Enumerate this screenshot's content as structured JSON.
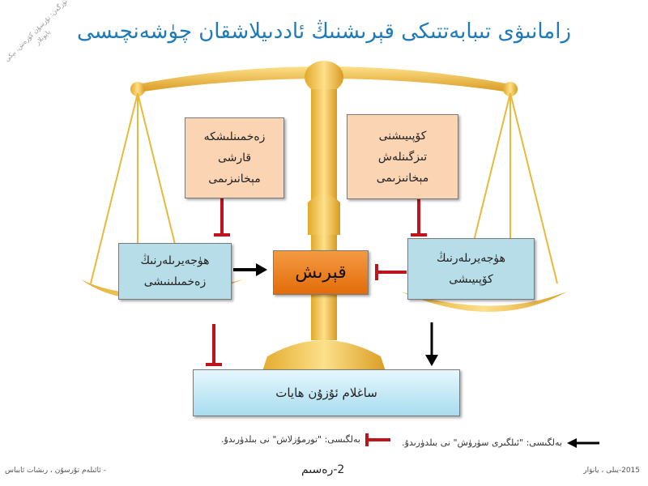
{
  "title": "زامانىۋى تىبابەتتىكى قېرىشنىڭ ئاددىيلاشقان چۈشەنچىسى",
  "watermark": "تۈزگەن: تۇرسۇن كۆرەش، بېكى ياپونلار",
  "boxes": {
    "anti_inflammation": [
      "زەخمىنلىشكە",
      "قارشى",
      "مېخانىزىمى"
    ],
    "antioxidant": [
      "كۆپىيىشنى",
      "تىزگىنلەش",
      "مېخانىزىمى"
    ],
    "cell_inflammation": [
      "ھۈجەيرىلەرنىڭ",
      "زەخمىلىنىشى"
    ],
    "cell_proliferation": [
      "ھۈجەيرىلەرنىڭ",
      "كۆپىيىشى"
    ],
    "aging": "قېرىش",
    "healthy_life": "ساغلام ئۇزۇن ھايات"
  },
  "legend": {
    "arrow": "بەلگىسى: \"ئىلگىرى سۈرۈش\" نى بىلدۈرىدۇ.",
    "inhibit": "بەلگىسى: \"تورمۇزلاش\" نى بىلدۈرىدۇ."
  },
  "footer": {
    "left": "- ئائىلەم تۇرسۇن ، رىشات ئابباس",
    "center": "2-رەسىم",
    "right": "2015-يىلى ، يانۋار"
  },
  "colors": {
    "title": "#1f7ab8",
    "gold": "#e8b93a",
    "inhibit": "#c0141c",
    "arrow": "#000000"
  }
}
